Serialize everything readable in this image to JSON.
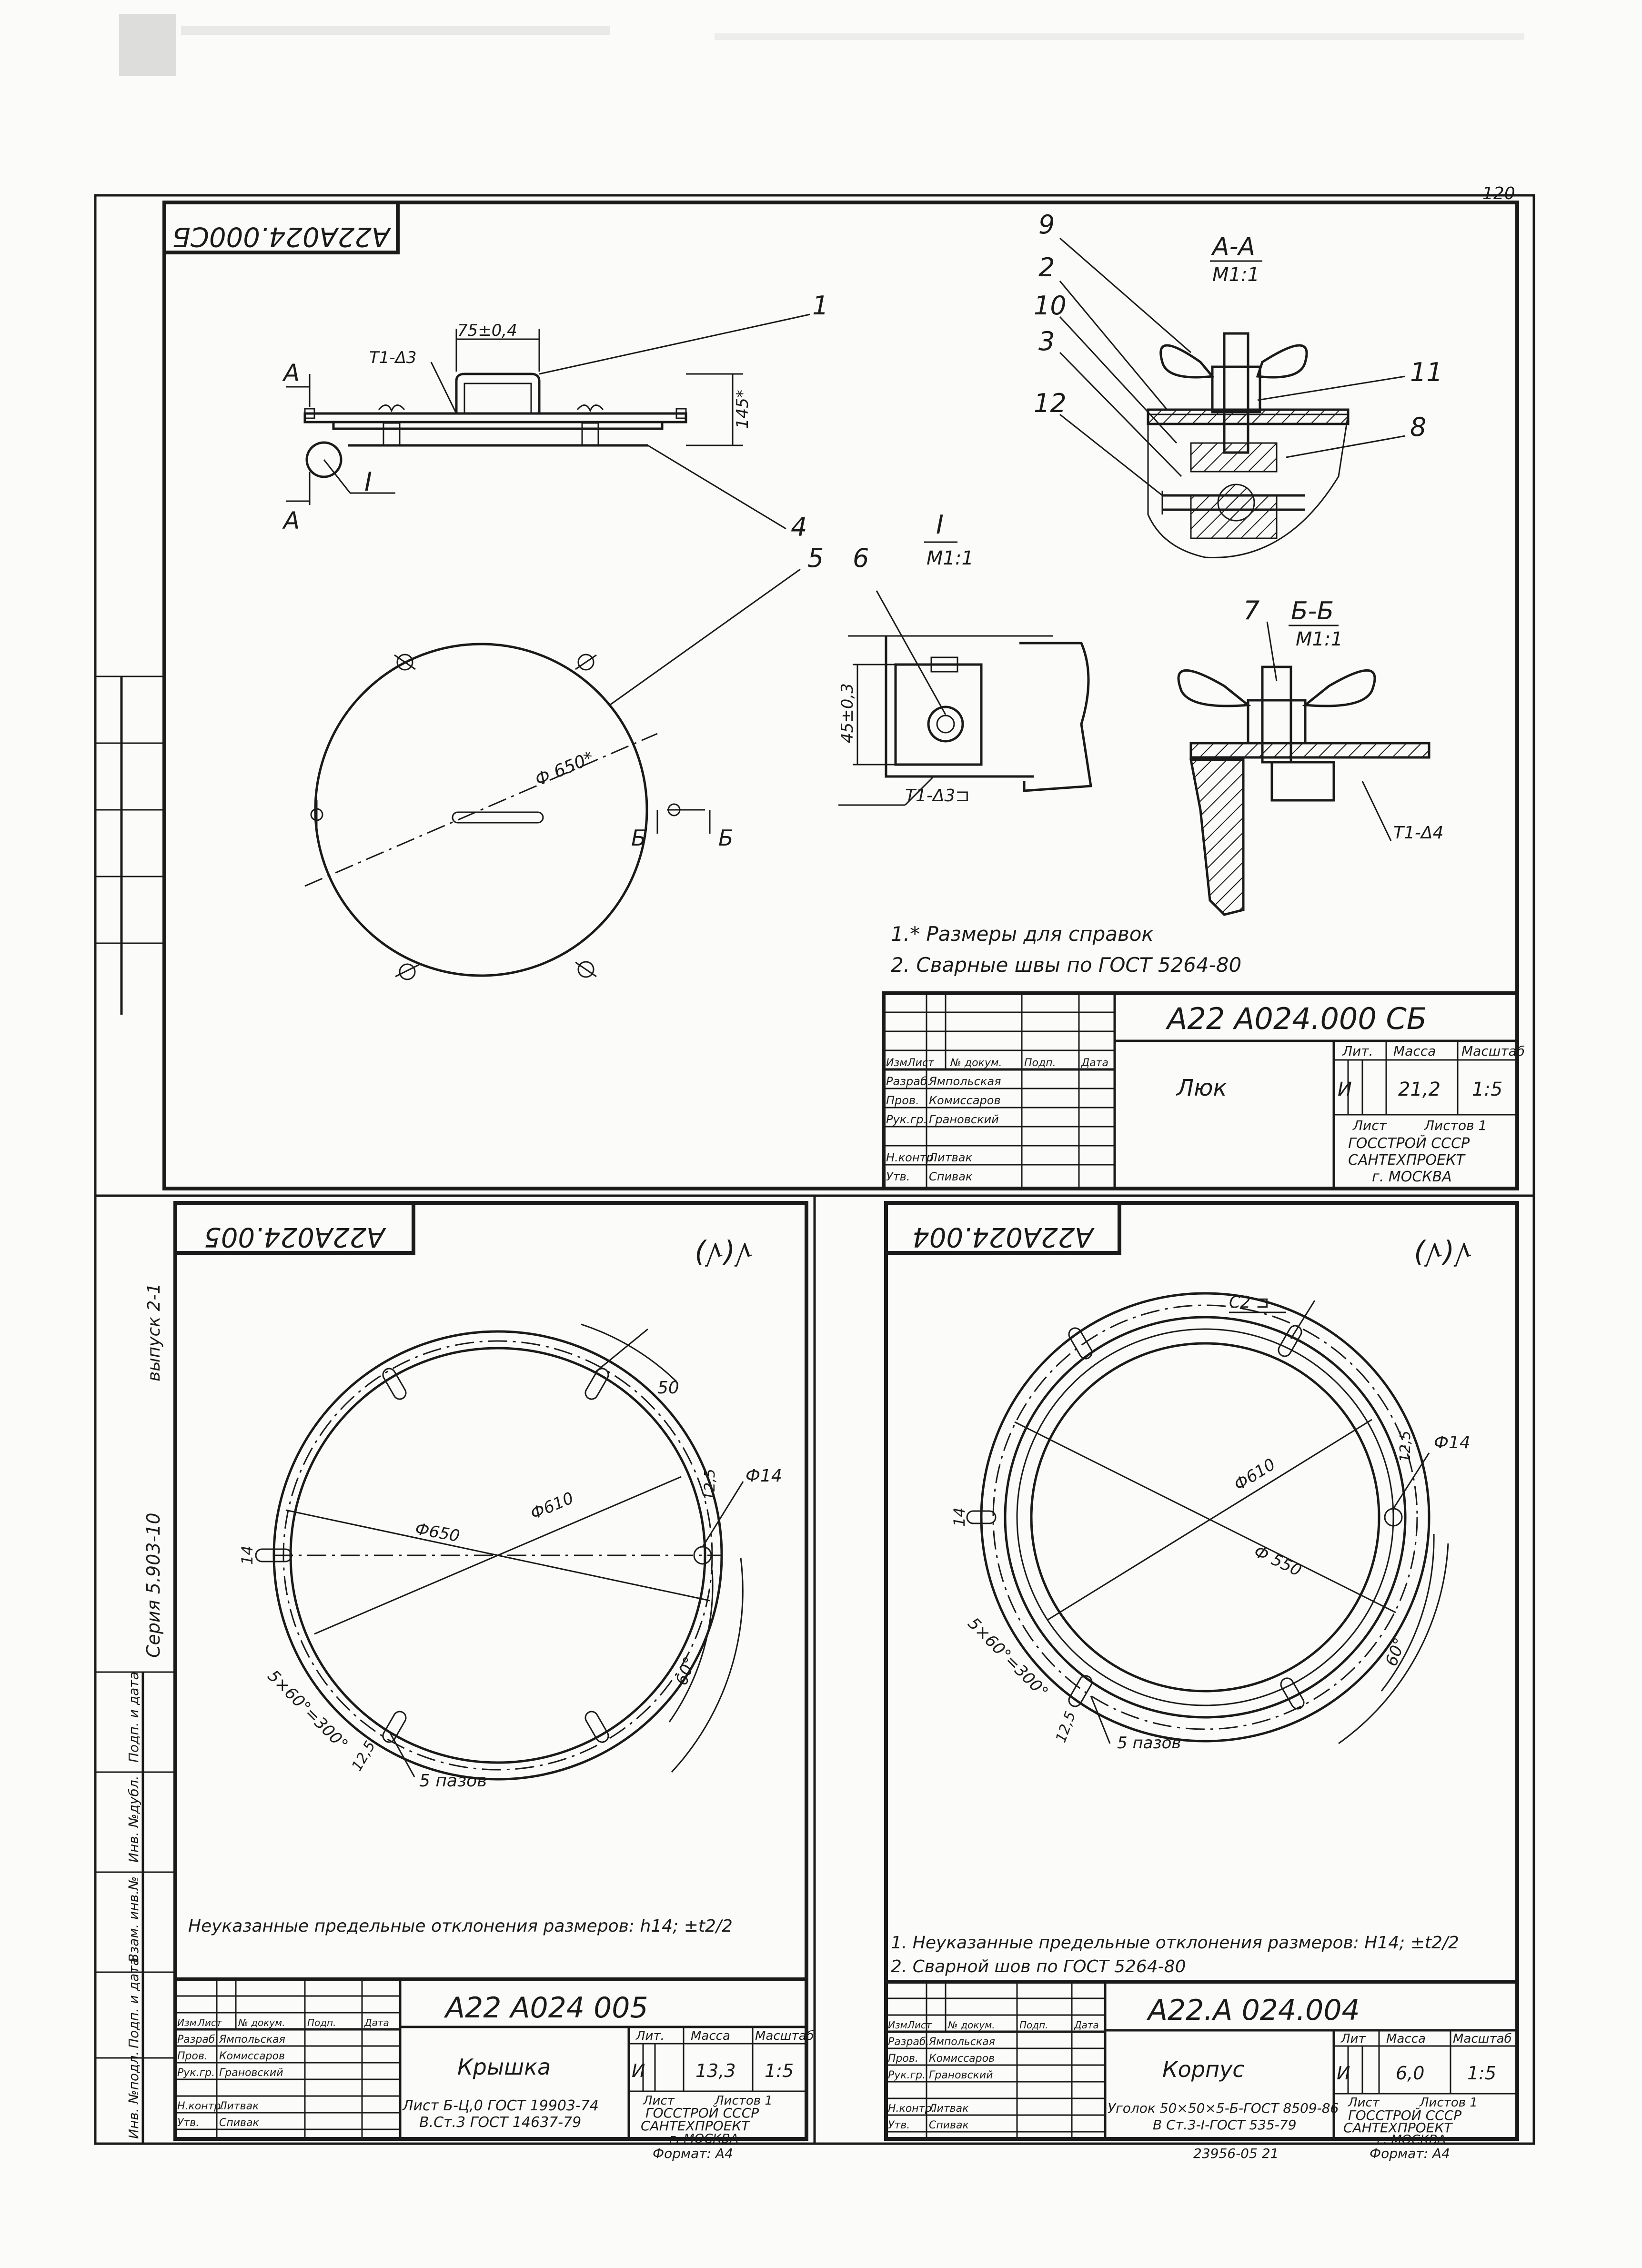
{
  "page_number": "120",
  "side_strip": {
    "series": "Серия 5.903-10",
    "issue": "выпуск 2-1",
    "fields": [
      "Инв. №подл.",
      "Подп. и дата",
      "Взам. инв.№",
      "Инв. №дубл.",
      "Подп. и дата"
    ]
  },
  "assembly": {
    "code_flipped": "А22А024.000СБ",
    "labels": {
      "p1": "1",
      "p2": "2",
      "p3": "3",
      "p4": "4",
      "p5": "5",
      "p6": "6",
      "p7": "7",
      "p8": "8",
      "p9": "9",
      "p10": "10",
      "p11": "11",
      "p12": "12",
      "sectA": "А",
      "sectA2": "А",
      "detailI": "I",
      "sectB": "Б",
      "sectB2": "Б"
    },
    "dims": {
      "handle_width": "75±0,4",
      "height": "145*",
      "diameter": "Ф 650*",
      "detail_height": "45±0,3",
      "weld_top": "Т1-Δ3",
      "weld_detail": "Т1-Δ3⊐",
      "weld_bb": "Т1-Δ4"
    },
    "views": {
      "aa_title": "А-А",
      "aa_scale": "М1:1",
      "detail_title": "I",
      "detail_scale": "М1:1",
      "bb_title": "Б-Б",
      "bb_scale": "М1:1"
    },
    "notes": [
      "1.* Размеры для справок",
      "2. Сварные швы по ГОСТ 5264-80"
    ],
    "title_block": {
      "designation": "А22 А024.000 СБ",
      "name": "Люк",
      "lit_header": "Лит.",
      "mass_header": "Масса",
      "scale_header": "Масштаб",
      "lit": "И",
      "mass": "21,2",
      "scale": "1:5",
      "sheet": "Лист",
      "sheets": "Листов 1",
      "org": [
        "ГОССТРОЙ СССР",
        "САНТЕХПРОЕКТ",
        "г. МОСКВА"
      ],
      "col_headers": [
        "Изм",
        "Лист",
        "№ докум.",
        "Подп.",
        "Дата"
      ],
      "staff": [
        [
          "Разраб.",
          "Ямпольская"
        ],
        [
          "Пров.",
          "Комиссаров"
        ],
        [
          "Рук.гр.",
          "Грановский"
        ],
        [
          "",
          ""
        ],
        [
          "Н.контр.",
          "Литвак"
        ],
        [
          "Утв.",
          "Спивак"
        ]
      ]
    }
  },
  "lid": {
    "code_flipped": "А22А024.005",
    "roughness": "√(√)",
    "dims": {
      "outer": "Ф650",
      "inner": "Ф610",
      "hole": "Ф14",
      "hole_offset": "12,5",
      "slot_width": "14",
      "slot_len": "50",
      "angle": "60°",
      "angle_total": "5×60°=300°",
      "slot_off": "12,5",
      "slots": "5 пазов"
    },
    "note": "Неуказанные предельные отклонения размеров: h14; ±t2/2",
    "title_block": {
      "designation": "А22 А024 005",
      "name": "Крышка",
      "lit_header": "Лит.",
      "mass_header": "Масса",
      "scale_header": "Масштаб",
      "lit": "И",
      "mass": "13,3",
      "scale": "1:5",
      "sheet": "Лист",
      "sheets": "Листов 1",
      "material": [
        "Лист Б-Ц,0 ГОСТ 19903-74",
        "В.Ст.3 ГОСТ 14637-79"
      ],
      "org": [
        "ГОССТРОЙ СССР",
        "САНТЕХПРОЕКТ",
        "г. МОСКВА"
      ],
      "format": "Формат: А4",
      "col_headers": [
        "Изм",
        "Лист",
        "№ докум.",
        "Подп.",
        "Дата"
      ],
      "staff": [
        [
          "Разраб.",
          "Ямпольская"
        ],
        [
          "Пров.",
          "Комиссаров"
        ],
        [
          "Рук.гр.",
          "Грановский"
        ],
        [
          "",
          ""
        ],
        [
          "Н.контр.",
          "Литвак"
        ],
        [
          "Утв.",
          "Спивак"
        ]
      ]
    }
  },
  "body": {
    "code_flipped": "А22А024.004",
    "roughness": "√(√)",
    "dims": {
      "inner": "Ф610",
      "inner2": "Ф 550",
      "hole": "Ф14",
      "hole_offset": "12,5",
      "slot_width": "14",
      "chamfer": "С2 ⊐",
      "angle": "60°",
      "angle_total": "5×60°=300°",
      "slot_off": "12,5",
      "slots": "5 пазов"
    },
    "notes": [
      "1. Неуказанные предельные отклонения размеров: H14; ±t2/2",
      "2. Сварной шов по ГОСТ 5264-80"
    ],
    "title_block": {
      "designation": "А22.А 024.004",
      "name": "Корпус",
      "lit_header": "Лит",
      "mass_header": "Масса",
      "scale_header": "Масштаб",
      "lit": "И",
      "mass": "6,0",
      "scale": "1:5",
      "sheet": "Лист",
      "sheets": "Листов 1",
      "material": [
        "Уголок 50×50×5-Б-ГОСТ 8509-86",
        "В Ст.3-I-ГОСТ 535-79"
      ],
      "org": [
        "ГОССТРОЙ СССР",
        "САНТЕХПРОЕКТ",
        "г. МОСКВА"
      ],
      "format": "Формат: А4",
      "archive": "23956-05  21",
      "col_headers": [
        "Изм",
        "Лист",
        "№ докум.",
        "Подп.",
        "Дата"
      ],
      "staff": [
        [
          "Разраб.",
          "Ямпольская"
        ],
        [
          "Пров.",
          "Комиссаров"
        ],
        [
          "Рук.гр.",
          "Грановский"
        ],
        [
          "",
          ""
        ],
        [
          "Н.контр.",
          "Литвак"
        ],
        [
          "Утв.",
          "Спивак"
        ]
      ]
    }
  }
}
